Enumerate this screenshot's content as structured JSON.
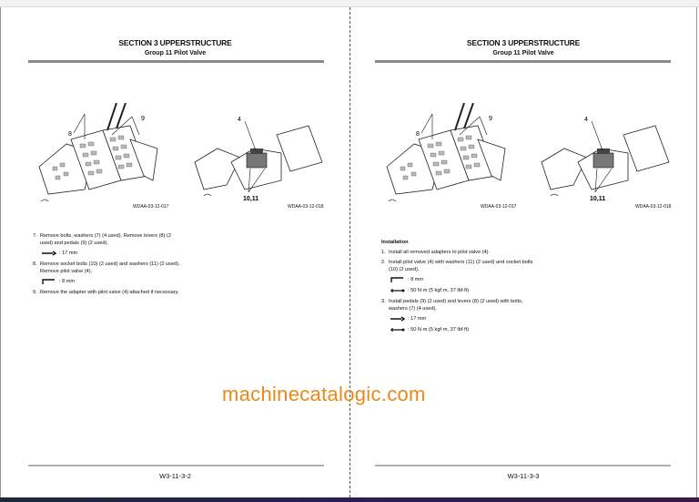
{
  "left": {
    "section": "SECTION 3 UPPERSTRUCTURE",
    "group": "Group 11 Pilot Valve",
    "fig1": {
      "labels": [
        "8",
        "9"
      ],
      "caption": "WDAA-03-12-017"
    },
    "fig2": {
      "labels": [
        "4",
        "10,11"
      ],
      "caption": "WDAA-03-12-018"
    },
    "steps": [
      {
        "num": "7.",
        "text": "Remove bolts, washers (7) (4 used). Remove levers (8) (2 used) and pedals (9) (2 used).",
        "tool": ": 17 mm"
      },
      {
        "num": "8.",
        "text": "Remove socket bolts (10) (2 used) and washers (11) (2 used). Remove pilot valve (4).",
        "tool": ": 8 mm"
      },
      {
        "num": "9.",
        "text": "Remove the adapter with pilot valve (4) attached if necessary."
      }
    ],
    "page_number": "W3-11-3-2"
  },
  "right": {
    "section": "SECTION 3 UPPERSTRUCTURE",
    "group": "Group 11 Pilot Valve",
    "fig1": {
      "labels": [
        "8",
        "9"
      ],
      "caption": "WDAA-03-12-017"
    },
    "fig2": {
      "labels": [
        "4",
        "10,11"
      ],
      "caption": "WDAA-03-12-018"
    },
    "heading": "Installation",
    "steps": [
      {
        "num": "1.",
        "text": "Install all removed adapters to pilot valve (4)."
      },
      {
        "num": "2.",
        "text": "Install pilot valve (4) with washers (11) (2 used) and socket bolts (10) (2 used).",
        "tool1": ": 8 mm",
        "tool2": ": 50 N·m (5 kgf·m, 37 lbf·ft)"
      },
      {
        "num": "3.",
        "text": "Install pedals (9) (2 used) and levers (8) (2 used) with bolts, washers (7) (4 used).",
        "tool1": ": 17 mm",
        "tool2": ": 50 N·m (5 kgf·m, 37 lbf·ft)"
      }
    ],
    "page_number": "W3-11-3-3"
  },
  "watermark": "machinecatalogic.com",
  "icons": [
    "wrench-icon",
    "hex-key-icon",
    "torque-wrench-icon"
  ],
  "colors": {
    "watermark": "#e8891a",
    "rule": "#8a8a8a"
  }
}
